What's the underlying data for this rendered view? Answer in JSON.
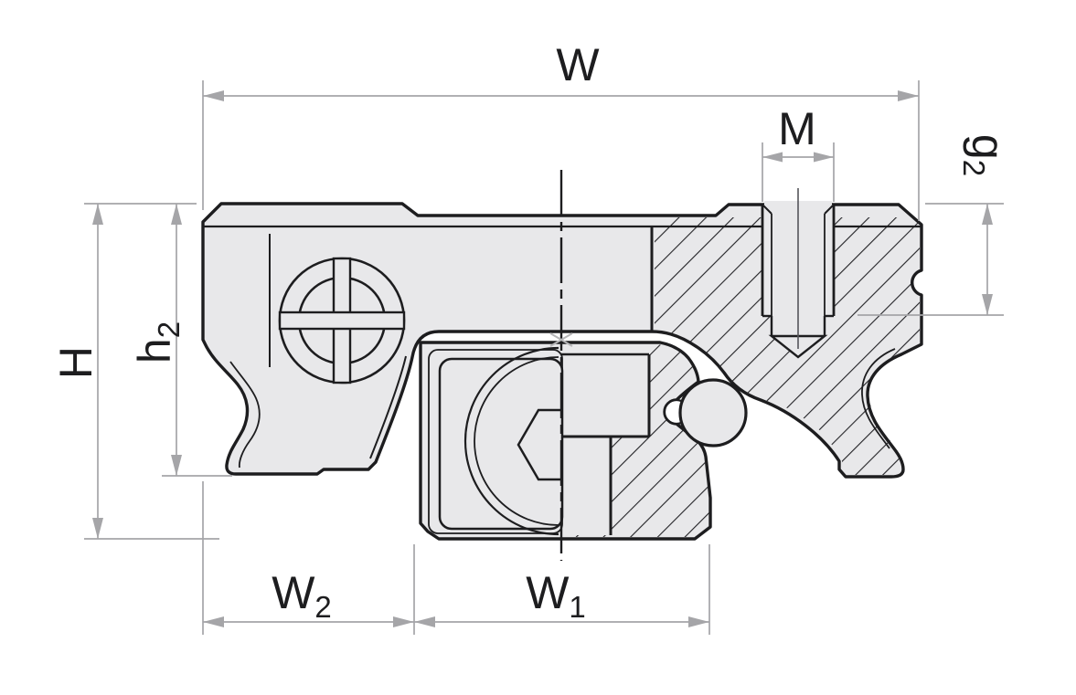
{
  "drawing": {
    "description": "Cross-section technical drawing of a profile rail linear guide carriage on rail with dimension callouts",
    "labels": {
      "W": {
        "base": "W",
        "sub": ""
      },
      "M": {
        "base": "M",
        "sub": ""
      },
      "g2": {
        "base": "g",
        "sub": "2"
      },
      "H": {
        "base": "H",
        "sub": ""
      },
      "h2": {
        "base": "h",
        "sub": "2"
      },
      "W2": {
        "base": "W",
        "sub": "2"
      },
      "W1": {
        "base": "W",
        "sub": "1"
      }
    },
    "colors": {
      "outline": "#1d1d1f",
      "metal_fill": "#e8e8ea",
      "hatch": "#222225",
      "dimension": "#a5a5a8",
      "screw_axis": "#55555a",
      "background": "#ffffff"
    }
  }
}
